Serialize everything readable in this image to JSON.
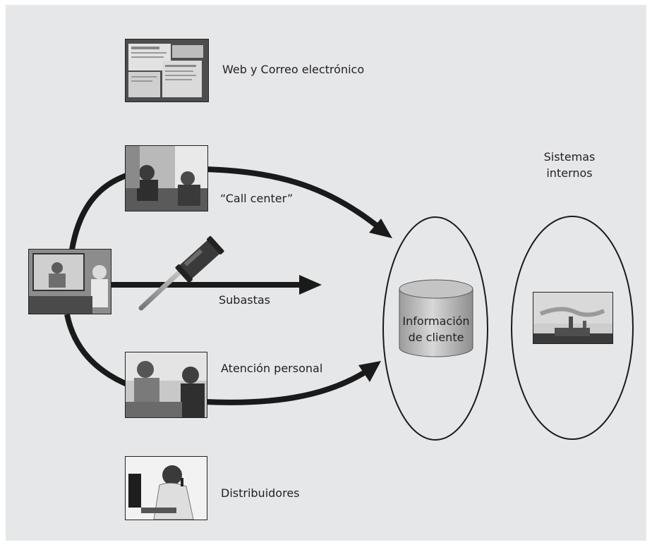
{
  "colors": {
    "background": "#e6e7e8",
    "ink": "#231f20",
    "arrow": "#1a1a1a"
  },
  "channels": [
    {
      "label": "Web y Correo electrónico",
      "image": "web-screenshot"
    },
    {
      "label": "“Call center”",
      "image": "call-center-photo"
    },
    {
      "label": "Subastas",
      "image": "auction-gavel"
    },
    {
      "label": "Atención personal",
      "image": "personal-attention-photo"
    },
    {
      "label": "Distribuidores",
      "image": "distributor-photo"
    }
  ],
  "customer_info": {
    "line1": "Información",
    "line2": "de cliente"
  },
  "internal_systems": {
    "line1": "Sistemas",
    "line2": "internos",
    "image": "industrial-plant-photo"
  }
}
